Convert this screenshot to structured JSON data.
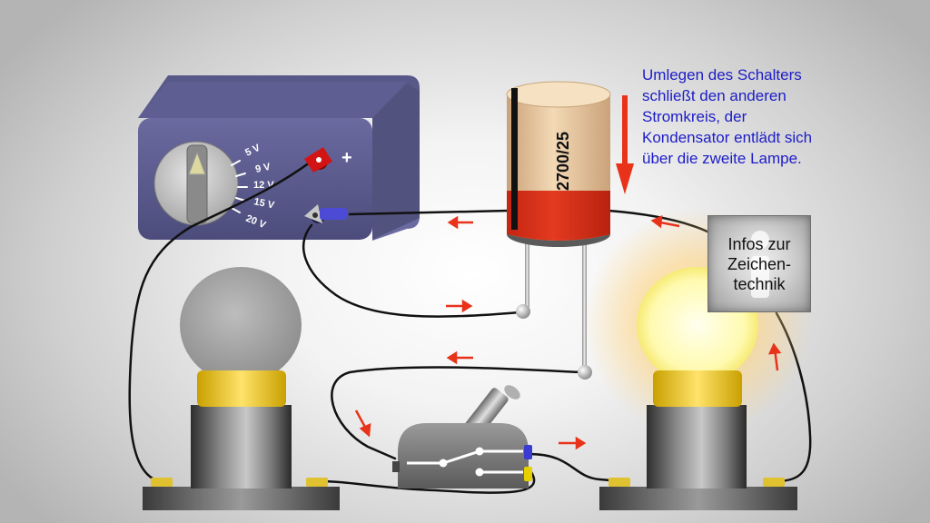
{
  "power_supply": {
    "voltages": [
      "5 V",
      "9 V",
      "12 V",
      "15 V",
      "20 V"
    ],
    "plus_label": "+"
  },
  "capacitor": {
    "label": "2700/25"
  },
  "explanation": "Umlegen des Schalters schließt den anderen Stromkreis, der Kondensator entlädt sich über die zweite Lampe.",
  "info_button": {
    "label": "Infos zur\nZeichen-\ntechnik"
  },
  "colors": {
    "explanation_text": "#1c1cc8",
    "current_arrow": "#e8321a",
    "capacitor_band": "#d8301c",
    "power_supply_body": "#5a5a8c"
  }
}
